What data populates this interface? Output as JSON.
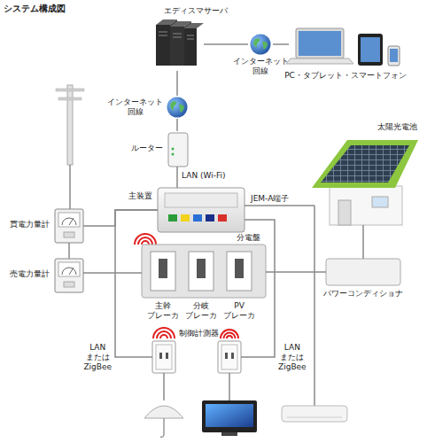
{
  "diagram": {
    "title": "システム構成図",
    "nodes": [
      {
        "text": [
          "エディスマサーバ"
        ]
      },
      {
        "text": [
          "インターネット 回線"
        ]
      },
      {
        "text": [
          "PC・タブレット・スマートフォン"
        ]
      },
      {
        "text": [
          "インターネット 回線"
        ]
      },
      {
        "text": [
          "ルーター"
        ]
      },
      {
        "text": [
          "主装置"
        ]
      },
      {
        "text": [
          "太陽光電池"
        ]
      },
      {
        "text": [
          "買電力量計"
        ]
      },
      {
        "text": [
          "売電力量計"
        ]
      },
      {
        "text": [
          "分電盤"
        ]
      },
      {
        "text": [
          "主幹 ブレーカ"
        ],
        "in": 9
      },
      {
        "text": [
          "分岐 ブレーカ"
        ],
        "in": 9
      },
      {
        "text": [
          "PV ブレーカ"
        ],
        "in": 9
      },
      {
        "text": [
          "パワーコンディショナ"
        ]
      },
      {
        "text": [
          "LAN または ZigBee"
        ]
      },
      {
        "text": [
          "LAN または ZigBee"
        ]
      }
    ],
    "edges": [
      {
        "from": 0,
        "to": 1,
        "arrow": "none"
      },
      {
        "from": 1,
        "to": 2,
        "arrow": "none"
      },
      {
        "from": 0,
        "to": 3,
        "arrow": "none"
      },
      {
        "from": 3,
        "to": 4,
        "arrow": "none"
      },
      {
        "from": 4,
        "to": 5,
        "label": "LAN (Wi-Fi)",
        "arrow": "none"
      },
      {
        "from": 7,
        "to": 5,
        "arrow": "none"
      },
      {
        "from": 7,
        "to": 8,
        "arrow": "none"
      },
      {
        "from": 8,
        "to": 9,
        "arrow": "none"
      },
      {
        "from": 6,
        "to": 13,
        "arrow": "none"
      },
      {
        "from": 13,
        "to": 9,
        "arrow": "none"
      },
      {
        "from": 5,
        "to": 14,
        "arrow": "none"
      },
      {
        "from": 5,
        "to": 15,
        "arrow": "none"
      }
    ],
    "labels": [
      "JEM-A端子",
      "制御計測器"
    ]
  }
}
